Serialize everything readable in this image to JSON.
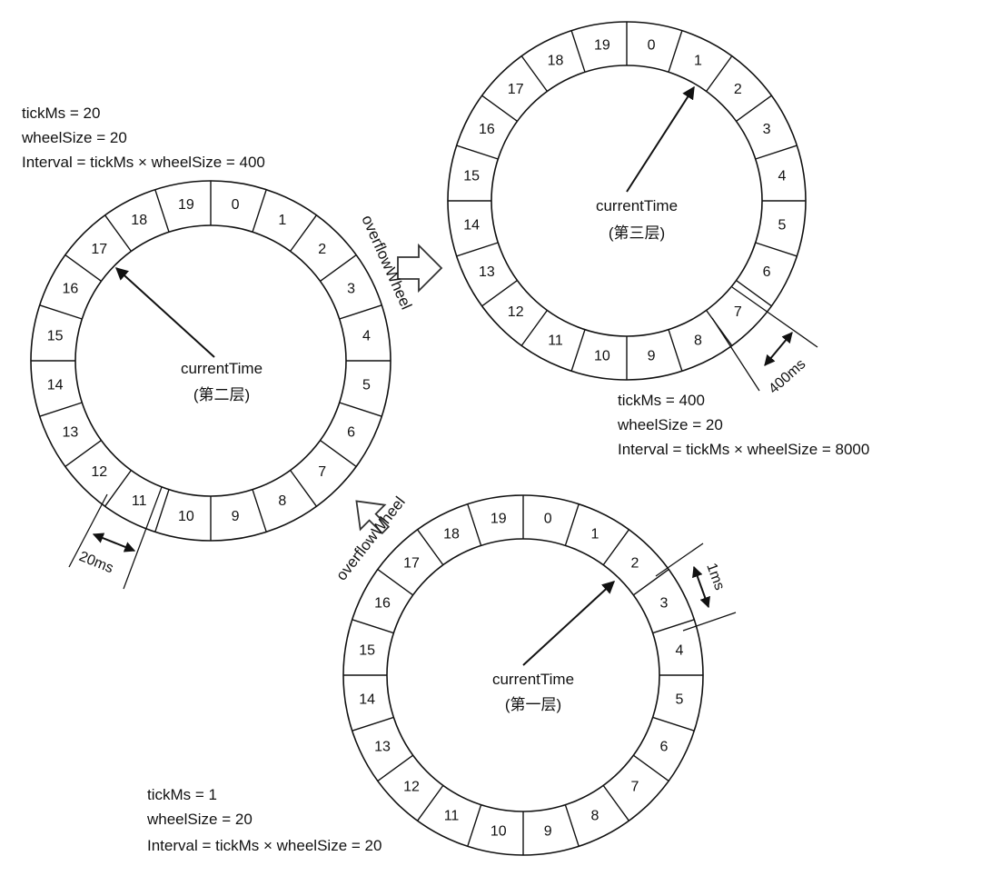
{
  "layer2": {
    "notes": [
      "tickMs = 20",
      "wheelSize = 20",
      "Interval = tickMs × wheelSize = 400"
    ],
    "current_time": "currentTime",
    "layer_label": "(第二层)",
    "span_label": "20ms",
    "slots": [
      "0",
      "1",
      "2",
      "3",
      "4",
      "5",
      "6",
      "7",
      "8",
      "9",
      "10",
      "11",
      "12",
      "13",
      "14",
      "15",
      "16",
      "17",
      "18",
      "19"
    ]
  },
  "layer3": {
    "notes": [
      "tickMs = 400",
      "wheelSize = 20",
      "Interval = tickMs × wheelSize = 8000"
    ],
    "current_time": "currentTime",
    "layer_label": "(第三层)",
    "span_label": "400ms",
    "slots": [
      "0",
      "1",
      "2",
      "3",
      "4",
      "5",
      "6",
      "7",
      "8",
      "9",
      "10",
      "11",
      "12",
      "13",
      "14",
      "15",
      "16",
      "17",
      "18",
      "19"
    ]
  },
  "layer1": {
    "notes": [
      "tickMs = 1",
      "wheelSize = 20",
      "Interval = tickMs × wheelSize = 20"
    ],
    "current_time": "currentTime",
    "layer_label": "(第一层)",
    "span_label": "1ms",
    "slots": [
      "0",
      "1",
      "2",
      "3",
      "4",
      "5",
      "6",
      "7",
      "8",
      "9",
      "10",
      "11",
      "12",
      "13",
      "14",
      "15",
      "16",
      "17",
      "18",
      "19"
    ]
  },
  "overflow_upper": "overflowWheel",
  "overflow_lower": "overflowWheel"
}
